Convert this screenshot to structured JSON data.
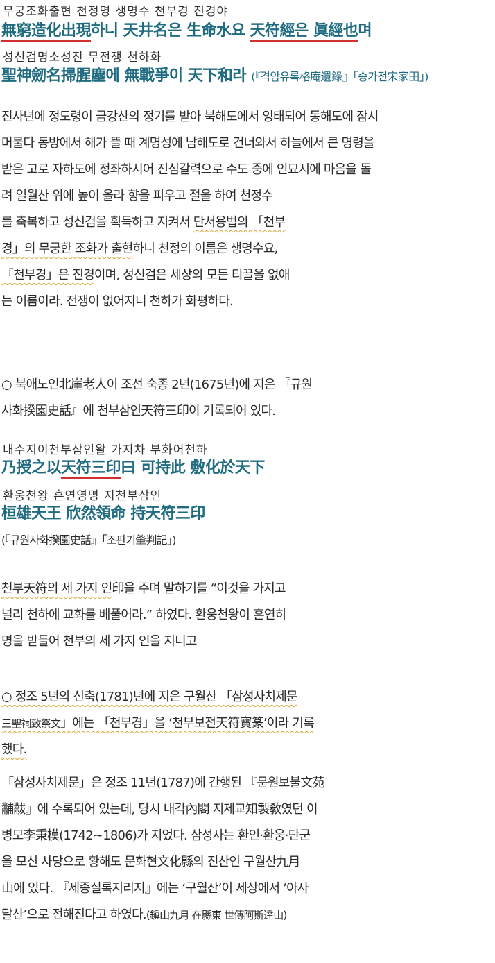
{
  "verse1": {
    "ruby_line1": "무궁조화출현   천정명  생명수  천부경  진경야",
    "hanja_line1_part1": "無窮造化出現",
    "hanja_line1_part2": "하니 天井名은 生命水요 ",
    "hanja_line1_part3": "天符經은 眞經也",
    "hanja_line1_part4": "며",
    "ruby_line2": "성신검명소성진  무전쟁  천하화",
    "hanja_line2": "聖神劒名掃腥塵에 無戰爭이 天下和라",
    "source": "(『격암유록格庵遺錄』「송가전宋家田」)"
  },
  "para1": {
    "l1": "진사년에 정도령이 금강산의 정기를 받아 북해도에서 잉태되어 동해도에 잠시",
    "l2": "머물다 동방에서 해가 뜰 때 계명성에 남해도로 건너와서 하늘에서 큰 명령을",
    "l3": "받은 고로 자하도에 정좌하시어 진심갈력으로 수도 중에 인묘시에 마음을 돌",
    "l4": "려 일월산 위에 높이 올라 향을 피우고 절을 하여 천정수",
    "l5a": "를 축복하고 성신검을 획득하고 지켜서 ",
    "l5b": "단서용법의 「천부",
    "l6a": "경」의 무궁한 조화가 출현",
    "l6b": "하니 천정의 이름은 생명수요,",
    "l7a": "「천부경」은 진경",
    "l7b": "이며, 성신검은 세상의 모든 티끌을 없애",
    "l8": "는 이름이라. 전쟁이 없어지니 천하가 화평하다."
  },
  "para2": {
    "l1": "○ 북애노인北崖老人이 조선 숙종 2년(1675년)에 지은 『규원",
    "l2": "사화揆園史話』에 천부삼인天符三印이 기록되어 있다."
  },
  "verse2": {
    "ruby_line1": "내수지이천부삼인왈 가지차 부화어천하",
    "hanja_line1_a": "乃授之以",
    "hanja_line1_b": "天符三印",
    "hanja_line1_c": "曰 可持此 敷化於天下",
    "ruby_line2": "환웅천왕 흔연영명 지천부삼인",
    "hanja_line2": "桓雄天王 欣然領命 持天符三印",
    "source": "(『규원사화揆園史話』「조판기肇判記」)"
  },
  "para3": {
    "l1a": "천부天符의 세 가지 인",
    "l1b": "印을 주며 말하기를 “이것을 가지고",
    "l2": "널리 천하에 교화를 베풀어라.” 하였다. 환웅천왕이 흔연히",
    "l3": "명을 받들어 천부의 세 가지 인을 지니고"
  },
  "para4": {
    "l1": "○ 정조 5년의 신축(1781)년에 지은 구월산 「삼성사치제문",
    "l2a": "三聖祠致祭文",
    "l2b": "」에는 「천부경」을 ‘천부보전天符寶篆’이라 기록",
    "l3": "했다."
  },
  "para5": {
    "l1": "「삼성사치제문」은 정조 11년(1787)에 간행된 『문원보불文苑",
    "l2": "黼黻』에 수록되어 있는데, 당시 내각內閣 지제교知製敎였던 이",
    "l3": "병모李秉模(1742~1806)가 지었다. 삼성사는 환인·환웅·단군",
    "l4": "을 모신 사당으로 황해도 문화현文化縣의 진산인 구월산九月",
    "l5": "山에 있다. 『세종실록지리지』에는 ‘구월산’이 세상에서 ‘아사",
    "l6": "달산’으로 전해진다고 하였다.",
    "l6_quote": "(鎭山九月 在縣東 世傳阿斯達山)"
  }
}
